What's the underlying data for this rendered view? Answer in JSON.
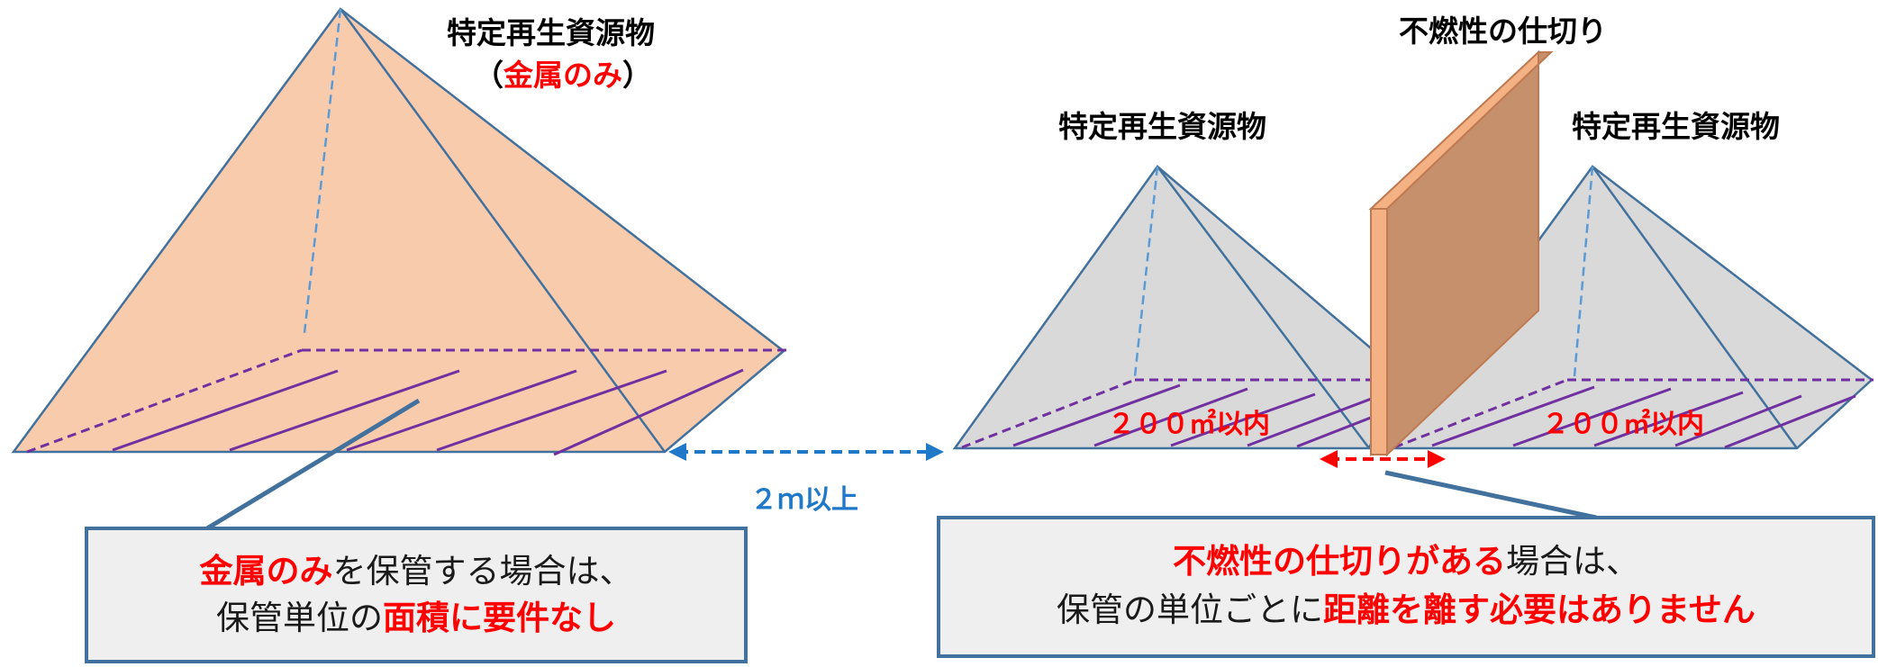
{
  "left": {
    "title": "特定再生資源物",
    "subtitle_open": "（",
    "subtitle_red": "金属のみ",
    "subtitle_close": "）"
  },
  "distance_label": "２ｍ以上",
  "partition_label": "不燃性の仕切り",
  "right_pile_a": {
    "title": "特定再生資源物",
    "area_label": "２００㎡以内"
  },
  "right_pile_b": {
    "title": "特定再生資源物",
    "area_label": "２００㎡以内"
  },
  "callout_left": {
    "line1_red": "金属のみ",
    "line1_rest": "を保管する場合は、",
    "line2_plain": "保管単位の",
    "line2_red": "面積に要件なし"
  },
  "callout_right": {
    "line1_red": "不燃性の仕切りがある",
    "line1_rest": "場合は、",
    "line2_plain": "保管の単位ごとに",
    "line2_red": "距離を離す必要はありません"
  },
  "colors": {
    "metal_pile": "#f8cbad",
    "other_pile": "#d9d9d9",
    "pile_stroke": "#41719c",
    "hatch": "#7030a0",
    "blue_arrow": "#1f78c8",
    "red_arrow": "#ff0000",
    "partition_front": "#f4b183",
    "partition_back": "#c5906b"
  }
}
